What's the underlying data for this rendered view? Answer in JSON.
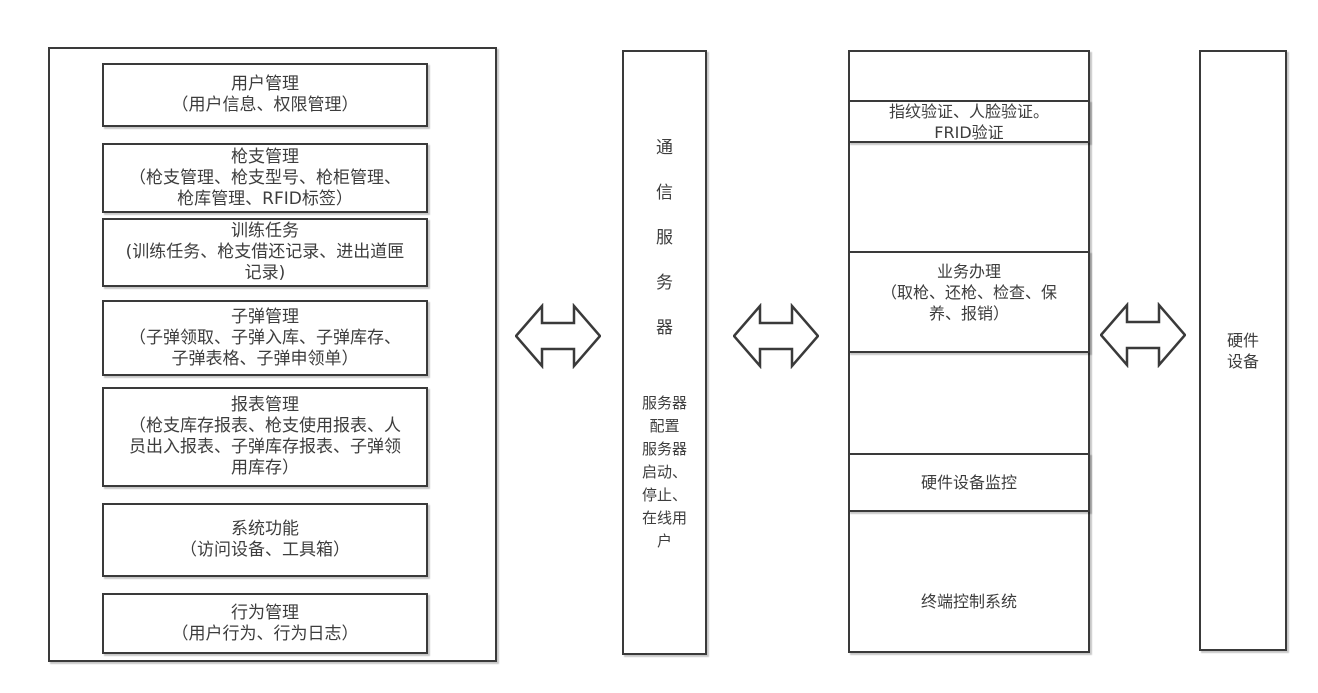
{
  "left_panel": {
    "modules": [
      {
        "title": "用户管理",
        "detail": "（用户信息、权限管理）"
      },
      {
        "title": "枪支管理",
        "detail": "（枪支管理、枪支型号、枪柜管理、\n枪库管理、RFID标签）"
      },
      {
        "title": "训练任务",
        "detail": "(训练任务、枪支借还记录、进出道匣\n记录)"
      },
      {
        "title": "子弹管理",
        "detail": "（子弹领取、子弹入库、子弹库存、\n子弹表格、子弹申领单）"
      },
      {
        "title": "报表管理",
        "detail": "（枪支库存报表、枪支使用报表、人\n员出入报表、子弹库存报表、子弹领\n用库存）"
      },
      {
        "title": "系统功能",
        "detail": "（访问设备、工具箱）"
      },
      {
        "title": "行为管理",
        "detail": "（用户行为、行为日志）"
      }
    ]
  },
  "comm_server": {
    "title_vertical": "通\n信\n服\n务\n器",
    "subtitle": "服务器\n配置\n服务器\n启动、\n停止、\n在线用\n户"
  },
  "terminal_panel": {
    "auth": "指纹验证、人脸验证。\nFRID验证",
    "business_title": "业务办理",
    "business_detail": "（取枪、还枪、检查、保\n养、报销）",
    "monitor": "硬件设备监控",
    "terminal_label": "终端控制系统"
  },
  "hardware_panel": {
    "label": "硬件\n设备"
  },
  "colors": {
    "border": "#3a3a3a",
    "text": "#3d3d3d",
    "background": "#ffffff"
  }
}
